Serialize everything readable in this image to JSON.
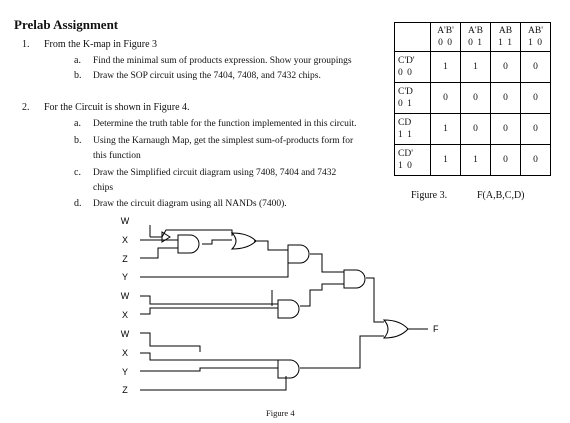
{
  "title": "Prelab Assignment",
  "q1": {
    "num": "1.",
    "text": "From the K-map in Figure 3",
    "a_marker": "a.",
    "a_text": "Find the minimal sum of products expression. Show your groupings",
    "b_marker": "b.",
    "b_text": "Draw the SOP circuit using the 7404, 7408, and 7432 chips."
  },
  "q2": {
    "num": "2.",
    "text": "For the Circuit is shown in Figure 4.",
    "a_marker": "a.",
    "a_text": "Determine the truth table for the function implemented in this circuit.",
    "b_marker": "b.",
    "b_line1": "Using the Karnaugh Map, get the simplest sum-of-products form for",
    "b_line2": "this function",
    "c_marker": "c.",
    "c_line1": "Draw the Simplified circuit diagram using 7408, 7404 and 7432",
    "c_line2": "chips",
    "d_marker": "d.",
    "d_text": "Draw the circuit diagram using all NANDs (7400)."
  },
  "kmap": {
    "col_headers": [
      {
        "label": "A'B'",
        "code": "0 0"
      },
      {
        "label": "A'B",
        "code": "0 1"
      },
      {
        "label": "AB",
        "code": "1 1"
      },
      {
        "label": "AB'",
        "code": "1 0"
      }
    ],
    "rows": [
      {
        "label": "C'D'",
        "code": "0 0",
        "cells": [
          "1",
          "1",
          "0",
          "0"
        ]
      },
      {
        "label": "C'D",
        "code": "0 1",
        "cells": [
          "0",
          "0",
          "0",
          "0"
        ]
      },
      {
        "label": "CD",
        "code": "1 1",
        "cells": [
          "1",
          "0",
          "0",
          "0"
        ]
      },
      {
        "label": "CD'",
        "code": "1 0",
        "cells": [
          "1",
          "1",
          "0",
          "0"
        ]
      }
    ],
    "caption": "Figure 3.",
    "function_label": "F(A,B,C,D)"
  },
  "circuit": {
    "inputs": [
      "W",
      "X",
      "Z",
      "Y",
      "W",
      "X",
      "W",
      "X",
      "Y",
      "Z"
    ],
    "output": "F",
    "caption": "Figure 4"
  }
}
